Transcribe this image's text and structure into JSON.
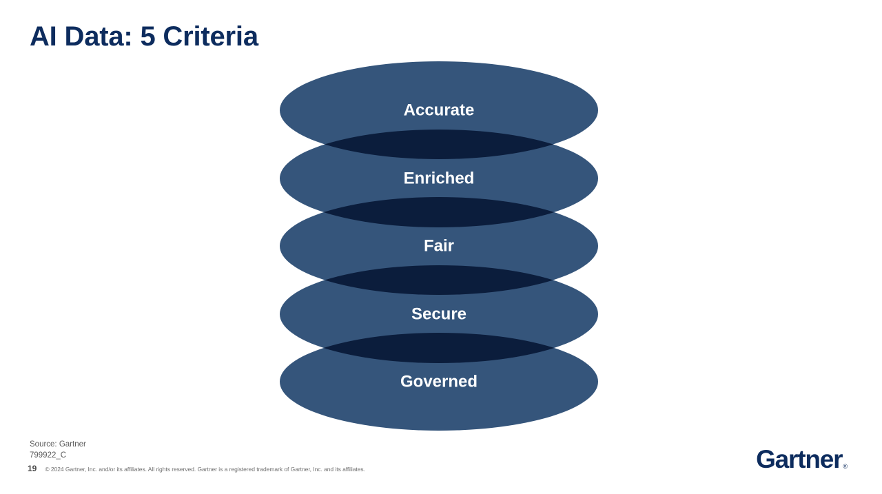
{
  "slide": {
    "title": "AI Data: 5 Criteria",
    "background_color": "#ffffff",
    "title_color": "#0d2c5e"
  },
  "diagram": {
    "type": "stacked-overlapping-ellipses",
    "layer_fill_color": "#35557b",
    "overlap_color": "#02305c",
    "label_color": "#ffffff",
    "layers": [
      {
        "label": "Accurate"
      },
      {
        "label": "Enriched"
      },
      {
        "label": "Fair"
      },
      {
        "label": "Secure"
      },
      {
        "label": "Governed"
      }
    ]
  },
  "footer": {
    "source": "Source: Gartner",
    "doc_code": "799922_C",
    "page_number": "19",
    "copyright": "© 2024 Gartner, Inc. and/or its affiliates. All rights reserved. Gartner is a registered trademark of Gartner, Inc. and its affiliates."
  },
  "logo": {
    "wordmark": "Gartner",
    "registered_mark": "®"
  }
}
